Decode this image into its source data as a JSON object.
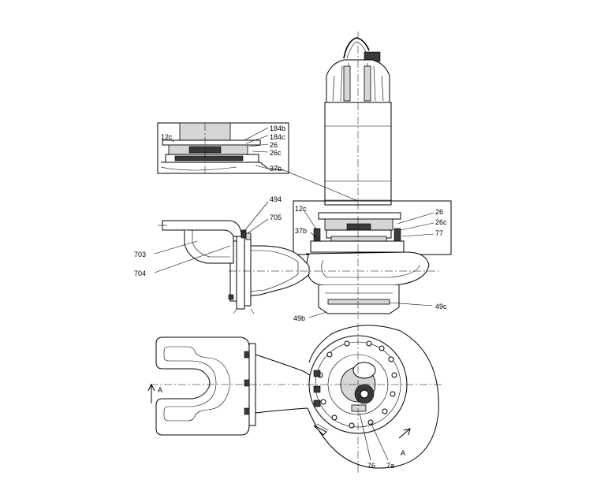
{
  "labels": {
    "l184b": "184b",
    "l184c": "184c",
    "l26_top": "26",
    "l26c_top": "26c",
    "l12c_top": "12c",
    "l37b_top": "37b",
    "l494": "494",
    "l705": "705",
    "l703": "703",
    "l704": "704",
    "l12c": "12c",
    "l37b": "37b",
    "l26": "26",
    "l26c": "26c",
    "l77": "77",
    "l49c": "49c",
    "l49b": "49b",
    "lA_left": "A",
    "lA_right": "A",
    "l76": "76",
    "l7a": "7a"
  }
}
